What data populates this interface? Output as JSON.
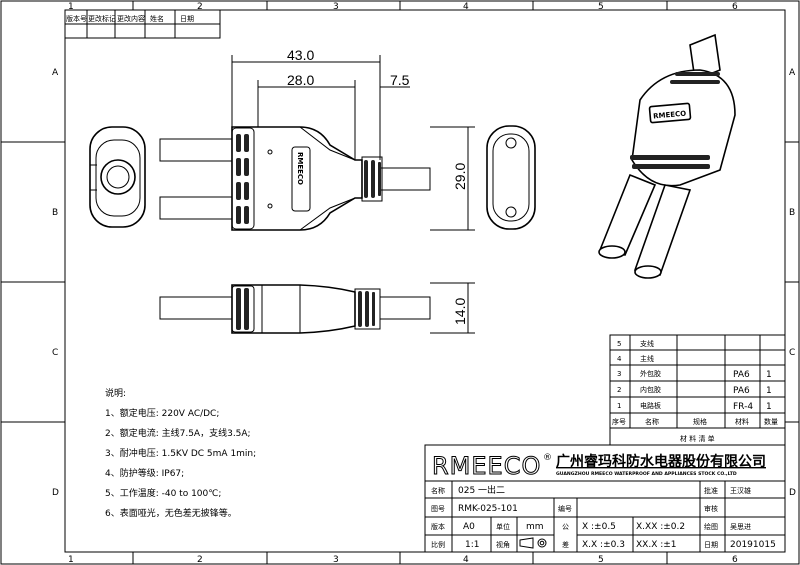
{
  "frame": {
    "columns": [
      "1",
      "2",
      "3",
      "4",
      "5",
      "6"
    ],
    "rows": [
      "A",
      "B",
      "C",
      "D"
    ]
  },
  "revision_table": {
    "headers": [
      "版本号",
      "更改标记",
      "更改内容",
      "姓名",
      "日期"
    ]
  },
  "dimensions": {
    "overall_length": "43.0",
    "main_length": "28.0",
    "branch_length": "7.5",
    "width": "29.0",
    "thickness": "14.0"
  },
  "product_mark": "RMEECO",
  "notes": {
    "title": "说明:",
    "items": [
      "1、额定电压: 220V AC/DC;",
      "2、额定电流: 主线7.5A，支线3.5A;",
      "3、耐冲电压: 1.5KV DC 5mA 1min;",
      "4、防护等级: IP67;",
      "5、工作温度: -40 to 100℃;",
      "6、表面哑光，无色差无披锋等。"
    ]
  },
  "bom": {
    "rows": [
      {
        "no": "5",
        "name": "支线",
        "spec": "",
        "material": "",
        "qty": ""
      },
      {
        "no": "4",
        "name": "主线",
        "spec": "",
        "material": "",
        "qty": ""
      },
      {
        "no": "3",
        "name": "外包胶",
        "spec": "",
        "material": "PA6",
        "qty": "1"
      },
      {
        "no": "2",
        "name": "内包胶",
        "spec": "",
        "material": "PA6",
        "qty": "1"
      },
      {
        "no": "1",
        "name": "电路板",
        "spec": "",
        "material": "FR-4",
        "qty": "1"
      }
    ],
    "headers": [
      "序号",
      "名称",
      "规格",
      "材料",
      "数量"
    ],
    "title": "材 料 清 单"
  },
  "title_block": {
    "logo": "RMEECO",
    "registered": "®",
    "company_cn": "广州睿玛科防水电器股份有限公司",
    "company_en": "GUANGZHOU RMEECO WATERPROOF AND APPLIANCES STOCK CO.,LTD",
    "name_label": "名称",
    "name_value": "025 一出二",
    "drawing_no_label": "图号",
    "drawing_no_value": "RMK-025-101",
    "serial_label": "编号",
    "serial_value": "",
    "version_label": "版本",
    "version_value": "A0",
    "unit_label": "单位",
    "unit_value": "mm",
    "scale_label": "比例",
    "scale_value": "1:1",
    "view_label": "视角",
    "tol_label_1": "公",
    "tol_label_2": "差",
    "tol_x": "X   :±0.5",
    "tol_xxx": "X.XX :±0.2",
    "tol_xx": "X.X :±0.3",
    "tol_xxdot": "XX.X :±1",
    "approve_label": "批准",
    "approve_value": "王汉雄",
    "review_label": "审核",
    "review_value": "",
    "drawn_label": "绘图",
    "drawn_value": "吴思进",
    "date_label": "日期",
    "date_value": "20191015"
  }
}
